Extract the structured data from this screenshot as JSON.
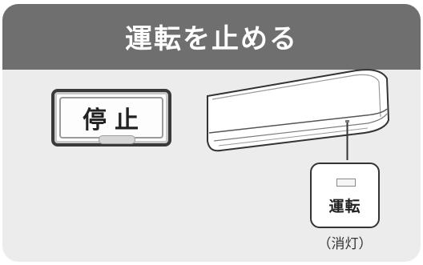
{
  "title": "運転を止める",
  "stop_button": {
    "label": "停止"
  },
  "indicator": {
    "label": "運転",
    "status": "（消灯）"
  },
  "colors": {
    "title_bar": "#6f6f6f",
    "panel_background": "#ececec",
    "title_text": "#ffffff"
  },
  "icons": {
    "air_conditioner": "air-conditioner-icon",
    "indicator_lamp": "indicator-lamp-icon"
  }
}
